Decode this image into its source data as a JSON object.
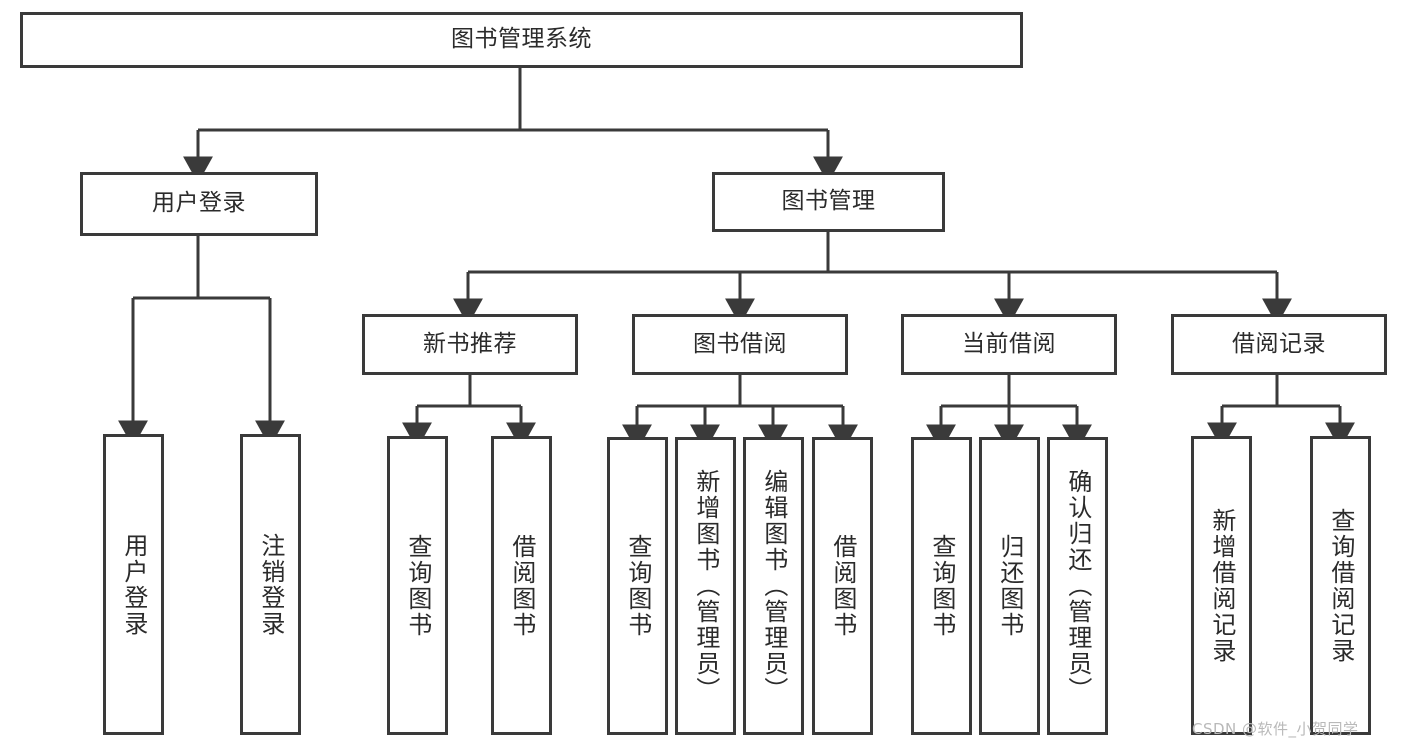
{
  "diagram": {
    "type": "tree-hierarchy-chart",
    "title": "图书管理系统",
    "line_color": "#3a3a3a",
    "text_color": "#2b2b2b",
    "background": "#ffffff",
    "levels": {
      "level1": [
        {
          "id": "root",
          "label": "图书管理系统",
          "orientation": "horizontal"
        }
      ],
      "level2": [
        {
          "id": "user-login",
          "label": "用户登录",
          "orientation": "horizontal"
        },
        {
          "id": "book-manage",
          "label": "图书管理",
          "orientation": "horizontal"
        }
      ],
      "level3": [
        {
          "id": "new-book-rec",
          "label": "新书推荐",
          "orientation": "horizontal"
        },
        {
          "id": "book-borrow",
          "label": "图书借阅",
          "orientation": "horizontal"
        },
        {
          "id": "current-borrow",
          "label": "当前借阅",
          "orientation": "horizontal"
        },
        {
          "id": "borrow-record",
          "label": "借阅记录",
          "orientation": "horizontal"
        }
      ],
      "level4": [
        {
          "id": "leaf-user-login",
          "label": "用户登录",
          "parent": "user-login",
          "orientation": "vertical"
        },
        {
          "id": "leaf-logout",
          "label": "注销登录",
          "parent": "user-login",
          "orientation": "vertical"
        },
        {
          "id": "leaf-query-book-1",
          "label": "查询图书",
          "parent": "new-book-rec",
          "orientation": "vertical"
        },
        {
          "id": "leaf-borrow-book-1",
          "label": "借阅图书",
          "parent": "new-book-rec",
          "orientation": "vertical"
        },
        {
          "id": "leaf-query-book-2",
          "label": "查询图书",
          "parent": "book-borrow",
          "orientation": "vertical"
        },
        {
          "id": "leaf-add-book",
          "label": "新增图书（管理员）",
          "parent": "book-borrow",
          "orientation": "vertical"
        },
        {
          "id": "leaf-edit-book",
          "label": "编辑图书（管理员）",
          "parent": "book-borrow",
          "orientation": "vertical"
        },
        {
          "id": "leaf-borrow-book-2",
          "label": "借阅图书",
          "parent": "book-borrow",
          "orientation": "vertical"
        },
        {
          "id": "leaf-query-book-3",
          "label": "查询图书",
          "parent": "current-borrow",
          "orientation": "vertical"
        },
        {
          "id": "leaf-return-book",
          "label": "归还图书",
          "parent": "current-borrow",
          "orientation": "vertical"
        },
        {
          "id": "leaf-confirm-return",
          "label": "确认归还（管理员）",
          "parent": "current-borrow",
          "orientation": "vertical"
        },
        {
          "id": "leaf-add-record",
          "label": "新增借阅记录",
          "parent": "borrow-record",
          "orientation": "vertical"
        },
        {
          "id": "leaf-query-record",
          "label": "查询借阅记录",
          "parent": "borrow-record",
          "orientation": "vertical"
        }
      ]
    }
  },
  "watermark": {
    "text": "CSDN @软件_小贺同学",
    "color": "#b9b9b9"
  }
}
